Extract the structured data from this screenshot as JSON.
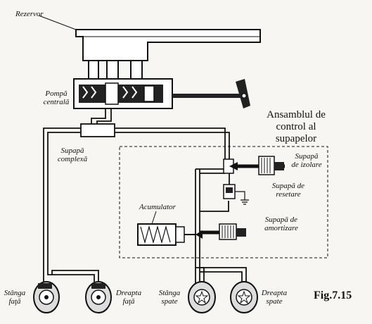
{
  "figure": {
    "number": "Fig.7.15"
  },
  "labels": {
    "reservoir": "Rezervor",
    "master_pump": [
      "Pompă",
      "centrală"
    ],
    "complex_valve": [
      "Supapă",
      "complexă"
    ],
    "control_assembly": [
      "Ansamblul de",
      "control al",
      "supapelor"
    ],
    "isolation_valve": [
      "Supapă",
      "de izolare"
    ],
    "reset_valve": [
      "Supapă de",
      "resetare"
    ],
    "accumulator": "Acumulator",
    "damping_valve": [
      "Supapă de",
      "amortizare"
    ],
    "wheel_front_left": [
      "Stânga",
      "faţă"
    ],
    "wheel_front_right": [
      "Dreapta",
      "faţă"
    ],
    "wheel_rear_left": [
      "Stânga",
      "spate"
    ],
    "wheel_rear_right": [
      "Dreapta",
      "spate"
    ]
  }
}
